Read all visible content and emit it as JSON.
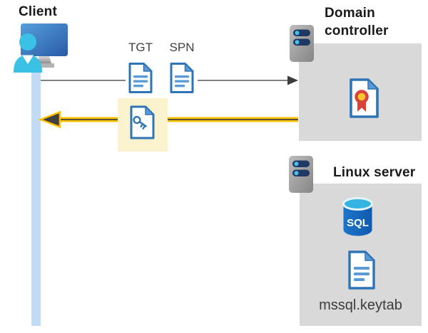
{
  "client": {
    "label": "Client"
  },
  "tickets": {
    "tgt": "TGT",
    "spn": "SPN"
  },
  "domain_controller": {
    "label": "Domain controller"
  },
  "linux_server": {
    "label": "Linux server",
    "sql_badge": "SQL",
    "keytab_file": "mssql.keytab"
  },
  "icons": {
    "client": "user-at-workstation-icon",
    "tgt": "document-icon",
    "spn": "document-icon",
    "service_ticket": "document-with-key-icon",
    "domain_controller": "server-icon",
    "certificate": "certificate-icon",
    "linux_server": "server-icon",
    "database": "sql-database-icon",
    "keytab": "document-icon"
  },
  "colors": {
    "arrow_gray": "#595959",
    "arrow_dark": "#404040",
    "arrow_highlight_yellow": "#ffc000",
    "highlight_box": "#fbf3ce",
    "panel_gray": "#d9d9d9",
    "lifeline_blue": "#c3daf4",
    "icon_border_blue": "#2e75b6",
    "icon_fill_blue": "#5b9bd5",
    "person_cyan": "#3bc1e6",
    "server_slot_navy": "#203864",
    "sql_body_blue": "#1468be",
    "sql_top_cyan": "#35b3e3",
    "cert_ribbon_red": "#d8423a",
    "cert_center_yellow": "#ffc62e"
  }
}
